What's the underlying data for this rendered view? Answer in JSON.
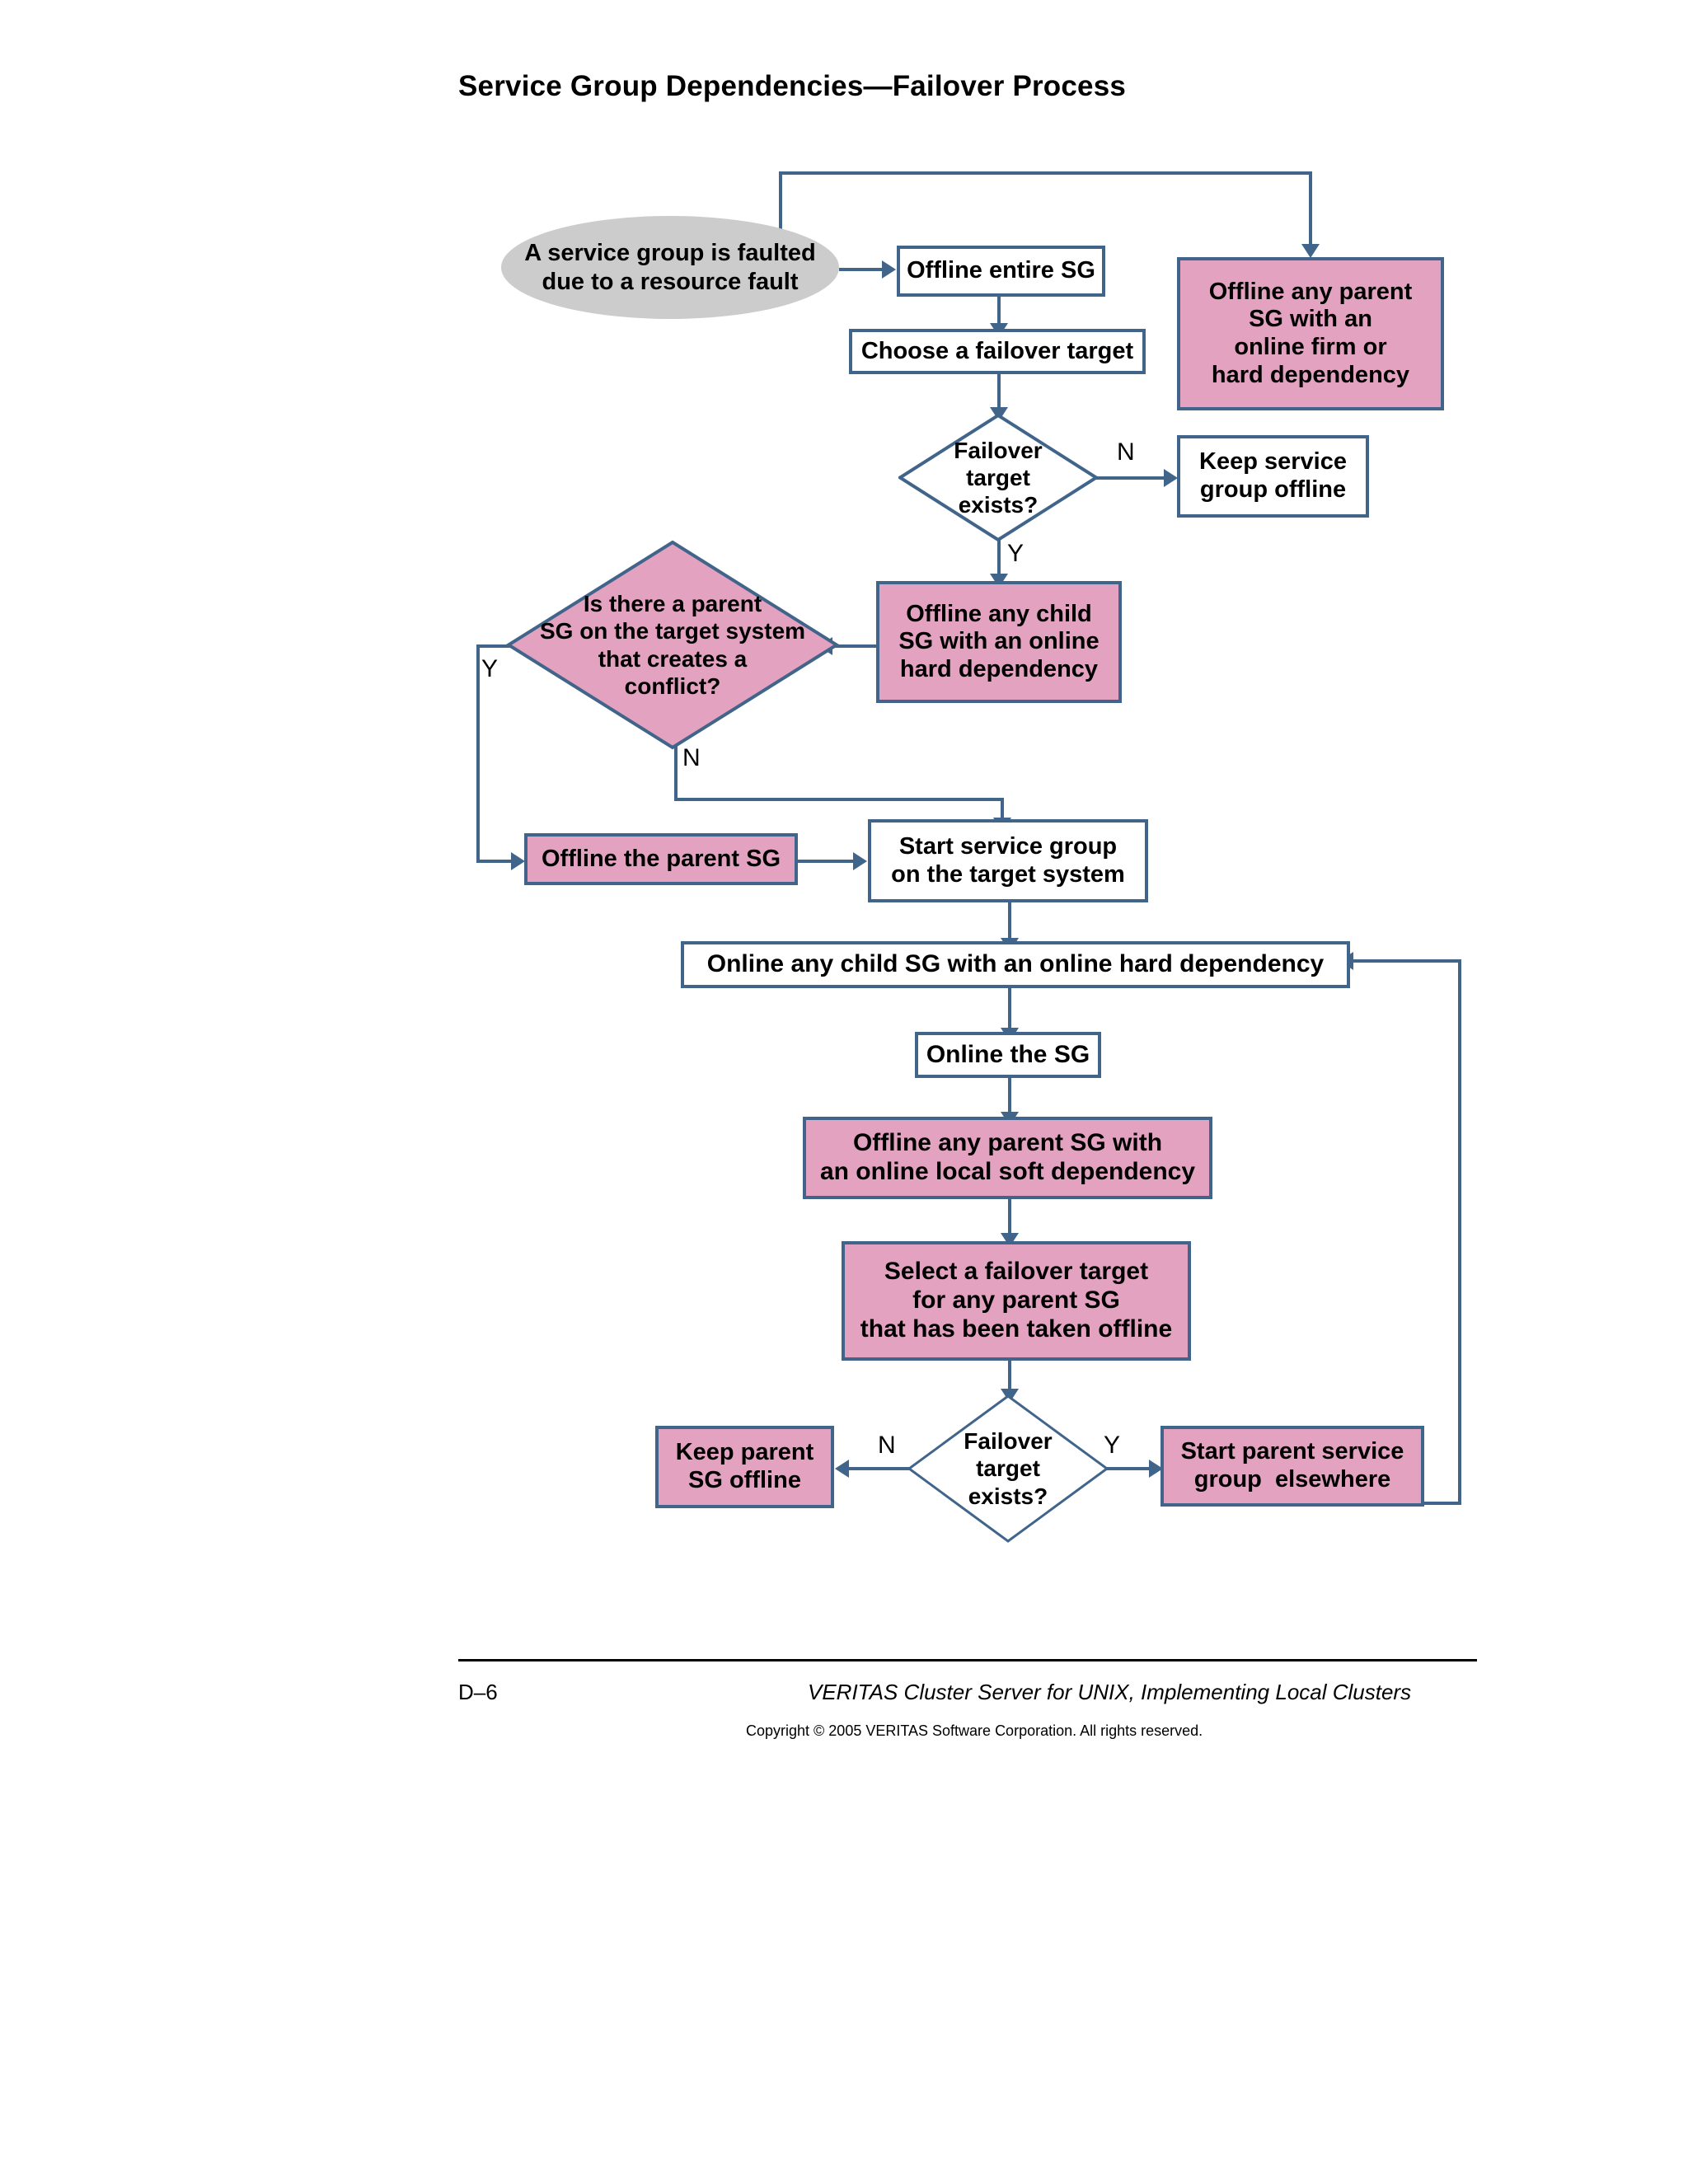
{
  "page": {
    "title": "Service Group Dependencies—Failover Process"
  },
  "footer": {
    "page_number": "D–6",
    "book_title": "VERITAS Cluster Server for UNIX, Implementing Local Clusters",
    "copyright": "Copyright © 2005 VERITAS Software Corporation. All rights reserved."
  },
  "flowchart": {
    "colors": {
      "border": "#41658a",
      "pink_fill": "#e3a2c0",
      "white_fill": "#ffffff",
      "gray_fill": "#cccccc",
      "connector": "#41658a",
      "text": "#000000"
    },
    "nodes": {
      "start": {
        "shape": "ellipse",
        "fill": "gray",
        "line1": "A service group is faulted",
        "line2": "due to a resource fault"
      },
      "offline_entire_sg": {
        "shape": "process",
        "fill": "white",
        "label": "Offline entire SG"
      },
      "choose_failover_target": {
        "shape": "process",
        "fill": "white",
        "label": "Choose a failover target"
      },
      "offline_parent_firm_hard": {
        "shape": "process",
        "fill": "pink",
        "line1": "Offline any parent",
        "line2": "SG with an",
        "line3": "online firm or",
        "line4": "hard dependency"
      },
      "failover_target_exists_1": {
        "shape": "decision",
        "fill": "white",
        "line1": "Failover",
        "line2": "target",
        "line3": "exists?"
      },
      "keep_service_group_offline": {
        "shape": "process",
        "fill": "white",
        "line1": "Keep service",
        "line2": "group offline"
      },
      "offline_child_hard": {
        "shape": "process",
        "fill": "pink",
        "line1": "Offline any child",
        "line2": "SG with an online",
        "line3": "hard dependency"
      },
      "parent_conflict": {
        "shape": "decision",
        "fill": "pink",
        "line1": "Is there a parent",
        "line2": "SG on the target system",
        "line3": "that creates a",
        "line4": "conflict?"
      },
      "offline_the_parent_sg": {
        "shape": "process",
        "fill": "pink",
        "label": "Offline the parent SG"
      },
      "start_sg_target": {
        "shape": "process",
        "fill": "white",
        "line1": "Start service group",
        "line2": "on the target system"
      },
      "online_child_hard": {
        "shape": "process",
        "fill": "white",
        "label": "Online any child SG with an online hard dependency"
      },
      "online_the_sg": {
        "shape": "process",
        "fill": "white",
        "label": "Online the SG"
      },
      "offline_parent_local_soft": {
        "shape": "process",
        "fill": "pink",
        "line1": "Offline any parent SG with",
        "line2": "an online local soft dependency"
      },
      "select_failover_target_parent": {
        "shape": "process",
        "fill": "pink",
        "line1": "Select a failover target",
        "line2": "for any parent SG",
        "line3": "that has been taken offline"
      },
      "failover_target_exists_2": {
        "shape": "decision",
        "fill": "white",
        "line1": "Failover",
        "line2": "target",
        "line3": "exists?"
      },
      "keep_parent_sg_offline": {
        "shape": "process",
        "fill": "pink",
        "line1": "Keep parent",
        "line2": "SG offline"
      },
      "start_parent_elsewhere": {
        "shape": "process",
        "fill": "pink",
        "line1": "Start parent service",
        "line2": "group  elsewhere"
      }
    },
    "edge_labels": {
      "d1_no": "N",
      "d1_yes": "Y",
      "d2_yes": "Y",
      "d2_no": "N",
      "d3_no": "N",
      "d3_yes": "Y"
    }
  }
}
